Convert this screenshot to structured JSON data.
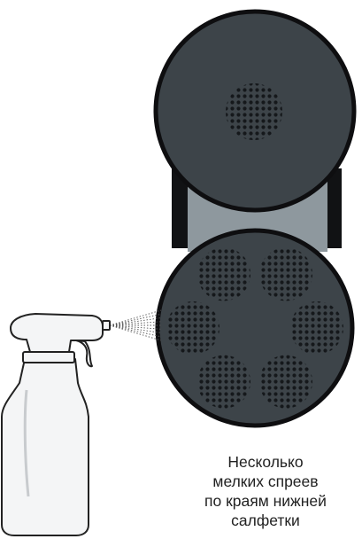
{
  "caption": {
    "lines": [
      "Несколько",
      "мелких спреев",
      "по краям нижней",
      "салфетки"
    ]
  },
  "illustration": {
    "pads": [
      {
        "name": "top-pad",
        "description_icon": "round-pad-with-center-dots"
      },
      {
        "name": "bottom-pad",
        "description_icon": "round-pad-with-six-dot-clusters"
      }
    ],
    "spray_bottle_icon": "spray-bottle-icon",
    "colors": {
      "pad_fill": "#3d4449",
      "pad_outline": "#0e0e10",
      "connector_fill": "#8e989e",
      "connector_frame": "#111214",
      "dots": "#15181b",
      "bottle_fill": "#f4f5f6",
      "bottle_outline": "#222222",
      "spray_mist": "#555555",
      "caption_text": "#222222"
    }
  }
}
